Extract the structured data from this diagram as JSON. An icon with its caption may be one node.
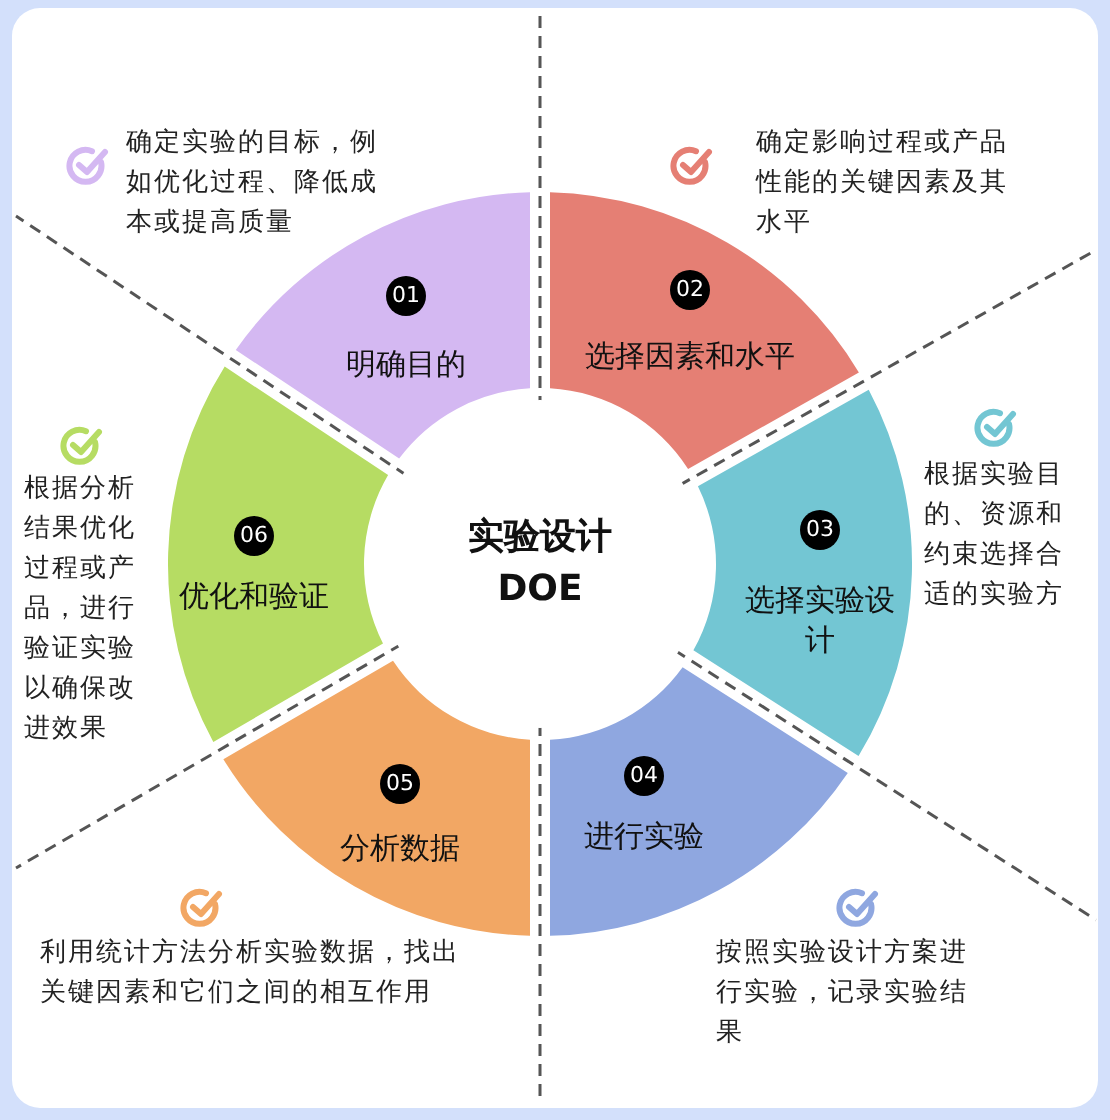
{
  "diagram": {
    "nodes": [
      {
        "text": [
          "01",
          "明确目的"
        ],
        "beside": [
          "确定实验的目标，例如优化过程、降低成本或提高质量"
        ]
      },
      {
        "text": [
          "02",
          "选择因素和水平"
        ],
        "beside": [
          "确定影响过程或产品性能的关键因素及其水平"
        ]
      },
      {
        "text": [
          "03",
          "选择实验设计"
        ],
        "beside": [
          "根据实验目的、资源和约束选择合适的实验方"
        ]
      },
      {
        "text": [
          "04",
          "进行实验"
        ],
        "beside": [
          "按照实验设计方案进行实验，记录实验结果"
        ]
      },
      {
        "text": [
          "05",
          "分析数据"
        ],
        "beside": [
          "利用统计方法分析实验数据，找出关键因素和它们之间的相互作用"
        ]
      },
      {
        "text": [
          "06",
          "优化和验证"
        ],
        "beside": [
          "根据分析结果优化过程或产品，进行验证实验以确保改进效果"
        ]
      },
      {
        "text": [
          "实验设计 DOE"
        ]
      }
    ],
    "edges": []
  }
}
